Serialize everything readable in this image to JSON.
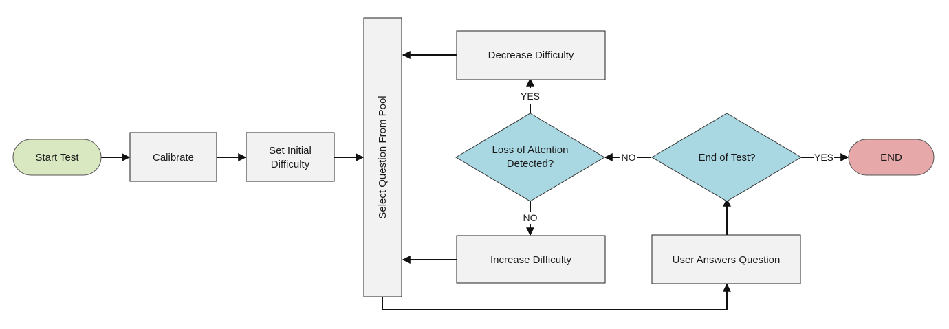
{
  "nodes": {
    "start": "Start Test",
    "calibrate": "Calibrate",
    "set_initial": [
      "Set Initial",
      "Difficulty"
    ],
    "select_question": "Select Question From Pool",
    "decrease": "Decrease Difficulty",
    "increase": "Increase Difficulty",
    "loss_attention": [
      "Loss of Attention",
      "Detected?"
    ],
    "end_test": "End of Test?",
    "user_answers": "User Answers Question",
    "end": "END"
  },
  "edges": {
    "yes_up": "YES",
    "no_down": "NO",
    "no_left": "NO",
    "yes_right": "YES"
  },
  "colors": {
    "start_fill": "#d9e8c0",
    "end_fill": "#e6a8a8",
    "decision_fill": "#a9d8e3",
    "process_fill": "#f2f2f2"
  }
}
